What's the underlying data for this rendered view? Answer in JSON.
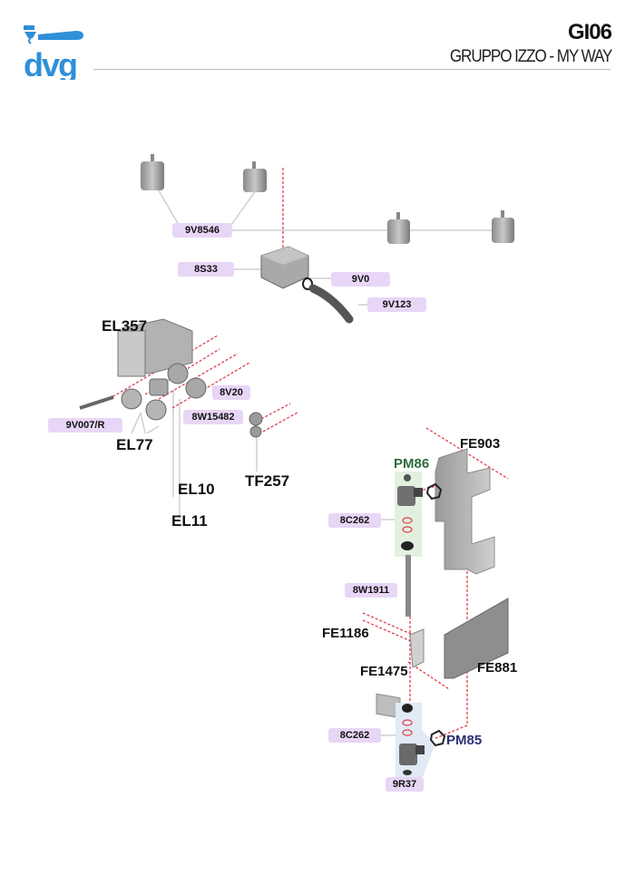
{
  "header": {
    "logo_text": "dvg",
    "code": "GI06",
    "title": "GRUPPO IZZO - MY WAY"
  },
  "colors": {
    "brand": "#2f8fd8",
    "pill": "#e7d6f5",
    "axis_line": "#e0414a",
    "pm86_text": "#2e6a3a",
    "pm85_text": "#2c2f78"
  },
  "labels": {
    "p9V8546": "9V8546",
    "p8S33": "8S33",
    "p9V0": "9V0",
    "p9V123": "9V123",
    "EL357": "EL357",
    "p8V20": "8V20",
    "p8W15482": "8W15482",
    "p9V007R": "9V007/R",
    "EL77": "EL77",
    "EL10": "EL10",
    "EL11": "EL11",
    "TF257": "TF257",
    "FE903": "FE903",
    "PM86": "PM86",
    "p8C262a": "8C262",
    "p8W1911": "8W1911",
    "FE1186": "FE1186",
    "FE1475": "FE1475",
    "FE881": "FE881",
    "p8C262b": "8C262",
    "PM85": "PM85",
    "p9R37": "9R37"
  }
}
